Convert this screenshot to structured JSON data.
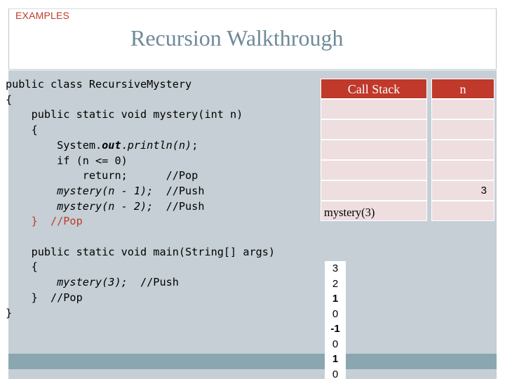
{
  "header": {
    "section": "EXAMPLES",
    "title": "Recursion Walkthrough"
  },
  "code": {
    "l1": "public class RecursiveMystery",
    "l2": "{",
    "l3": "    public static void mystery(int n)",
    "l4": "    {",
    "l5a": "        System.",
    "l5b": "out",
    "l5c": ".",
    "l5d": "println(n)",
    "l5e": ";",
    "l6": "        if (n <= 0)",
    "l7": "            return;      //Pop",
    "l8a": "        mystery(n - 1);",
    "l8b": "  //Push",
    "l9a": "        mystery(n - 2);",
    "l9b": "  //Push",
    "l10a": "    }",
    "l10b": "  //Pop",
    "l11": "",
    "l12": "    public static void main(String[] args)",
    "l13": "    {",
    "l14a": "        mystery(3);",
    "l14b": "  //Push",
    "l15": "    }  //Pop",
    "l16": "}"
  },
  "call_stack": {
    "header_frame": "Call Stack",
    "header_n": "n",
    "frames": [
      "",
      "",
      "",
      "",
      "",
      "mystery(3)"
    ],
    "n_values": [
      "",
      "",
      "",
      "",
      "3",
      ""
    ]
  },
  "output": {
    "lines": [
      {
        "text": "3",
        "bold": false
      },
      {
        "text": "2",
        "bold": false
      },
      {
        "text": "1",
        "bold": true
      },
      {
        "text": "0",
        "bold": false
      },
      {
        "text": "-1",
        "bold": true
      },
      {
        "text": "0",
        "bold": false
      },
      {
        "text": "1",
        "bold": true
      },
      {
        "text": "0",
        "bold": false
      }
    ]
  },
  "colors": {
    "accent": "#c0392b",
    "title": "#6f8a99",
    "panel": "#c5cfd5",
    "bar": "#8aa7b1",
    "cell": "#eedee0"
  }
}
